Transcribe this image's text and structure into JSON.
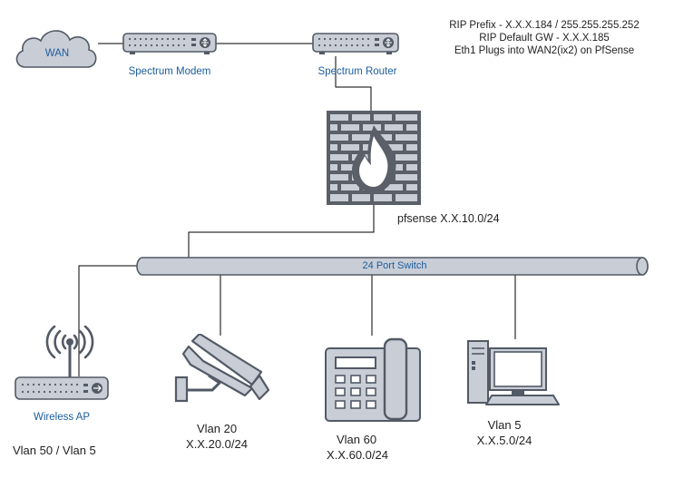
{
  "diagram": {
    "nodes": {
      "wan": {
        "label": "WAN"
      },
      "modem": {
        "label": "Spectrum Modem"
      },
      "router": {
        "label": "Spectrum Router"
      },
      "firewall": {
        "label": "pfsense X.X.10.0/24"
      },
      "switch": {
        "label": "24 Port Switch"
      },
      "wireless_ap": {
        "label": "Wireless AP",
        "vlan": "Vlan 50 / Vlan 5"
      },
      "camera": {
        "vlan": "Vlan 20",
        "subnet": "X.X.20.0/24"
      },
      "phone": {
        "vlan": "Vlan 60",
        "subnet": "X.X.60.0/24"
      },
      "workstation": {
        "vlan": "Vlan 5",
        "subnet": "X.X.5.0/24"
      }
    },
    "notes": [
      "RIP Prefix - X.X.X.184 / 255.255.255.252",
      "RIP Default GW - X.X.X.185",
      "Eth1 Plugs into WAN2(ix2) on PfSense"
    ],
    "icons": [
      "cloud-icon",
      "modem-icon",
      "router-icon",
      "firewall-icon",
      "wireless-ap-icon",
      "camera-icon",
      "phone-icon",
      "computer-icon"
    ],
    "colors": {
      "device_fill": "#c9cdd6",
      "device_stroke": "#525a66",
      "label_blue": "#1b5d9e",
      "firewall_gray": "#5a5f68",
      "link": "#000000"
    }
  }
}
